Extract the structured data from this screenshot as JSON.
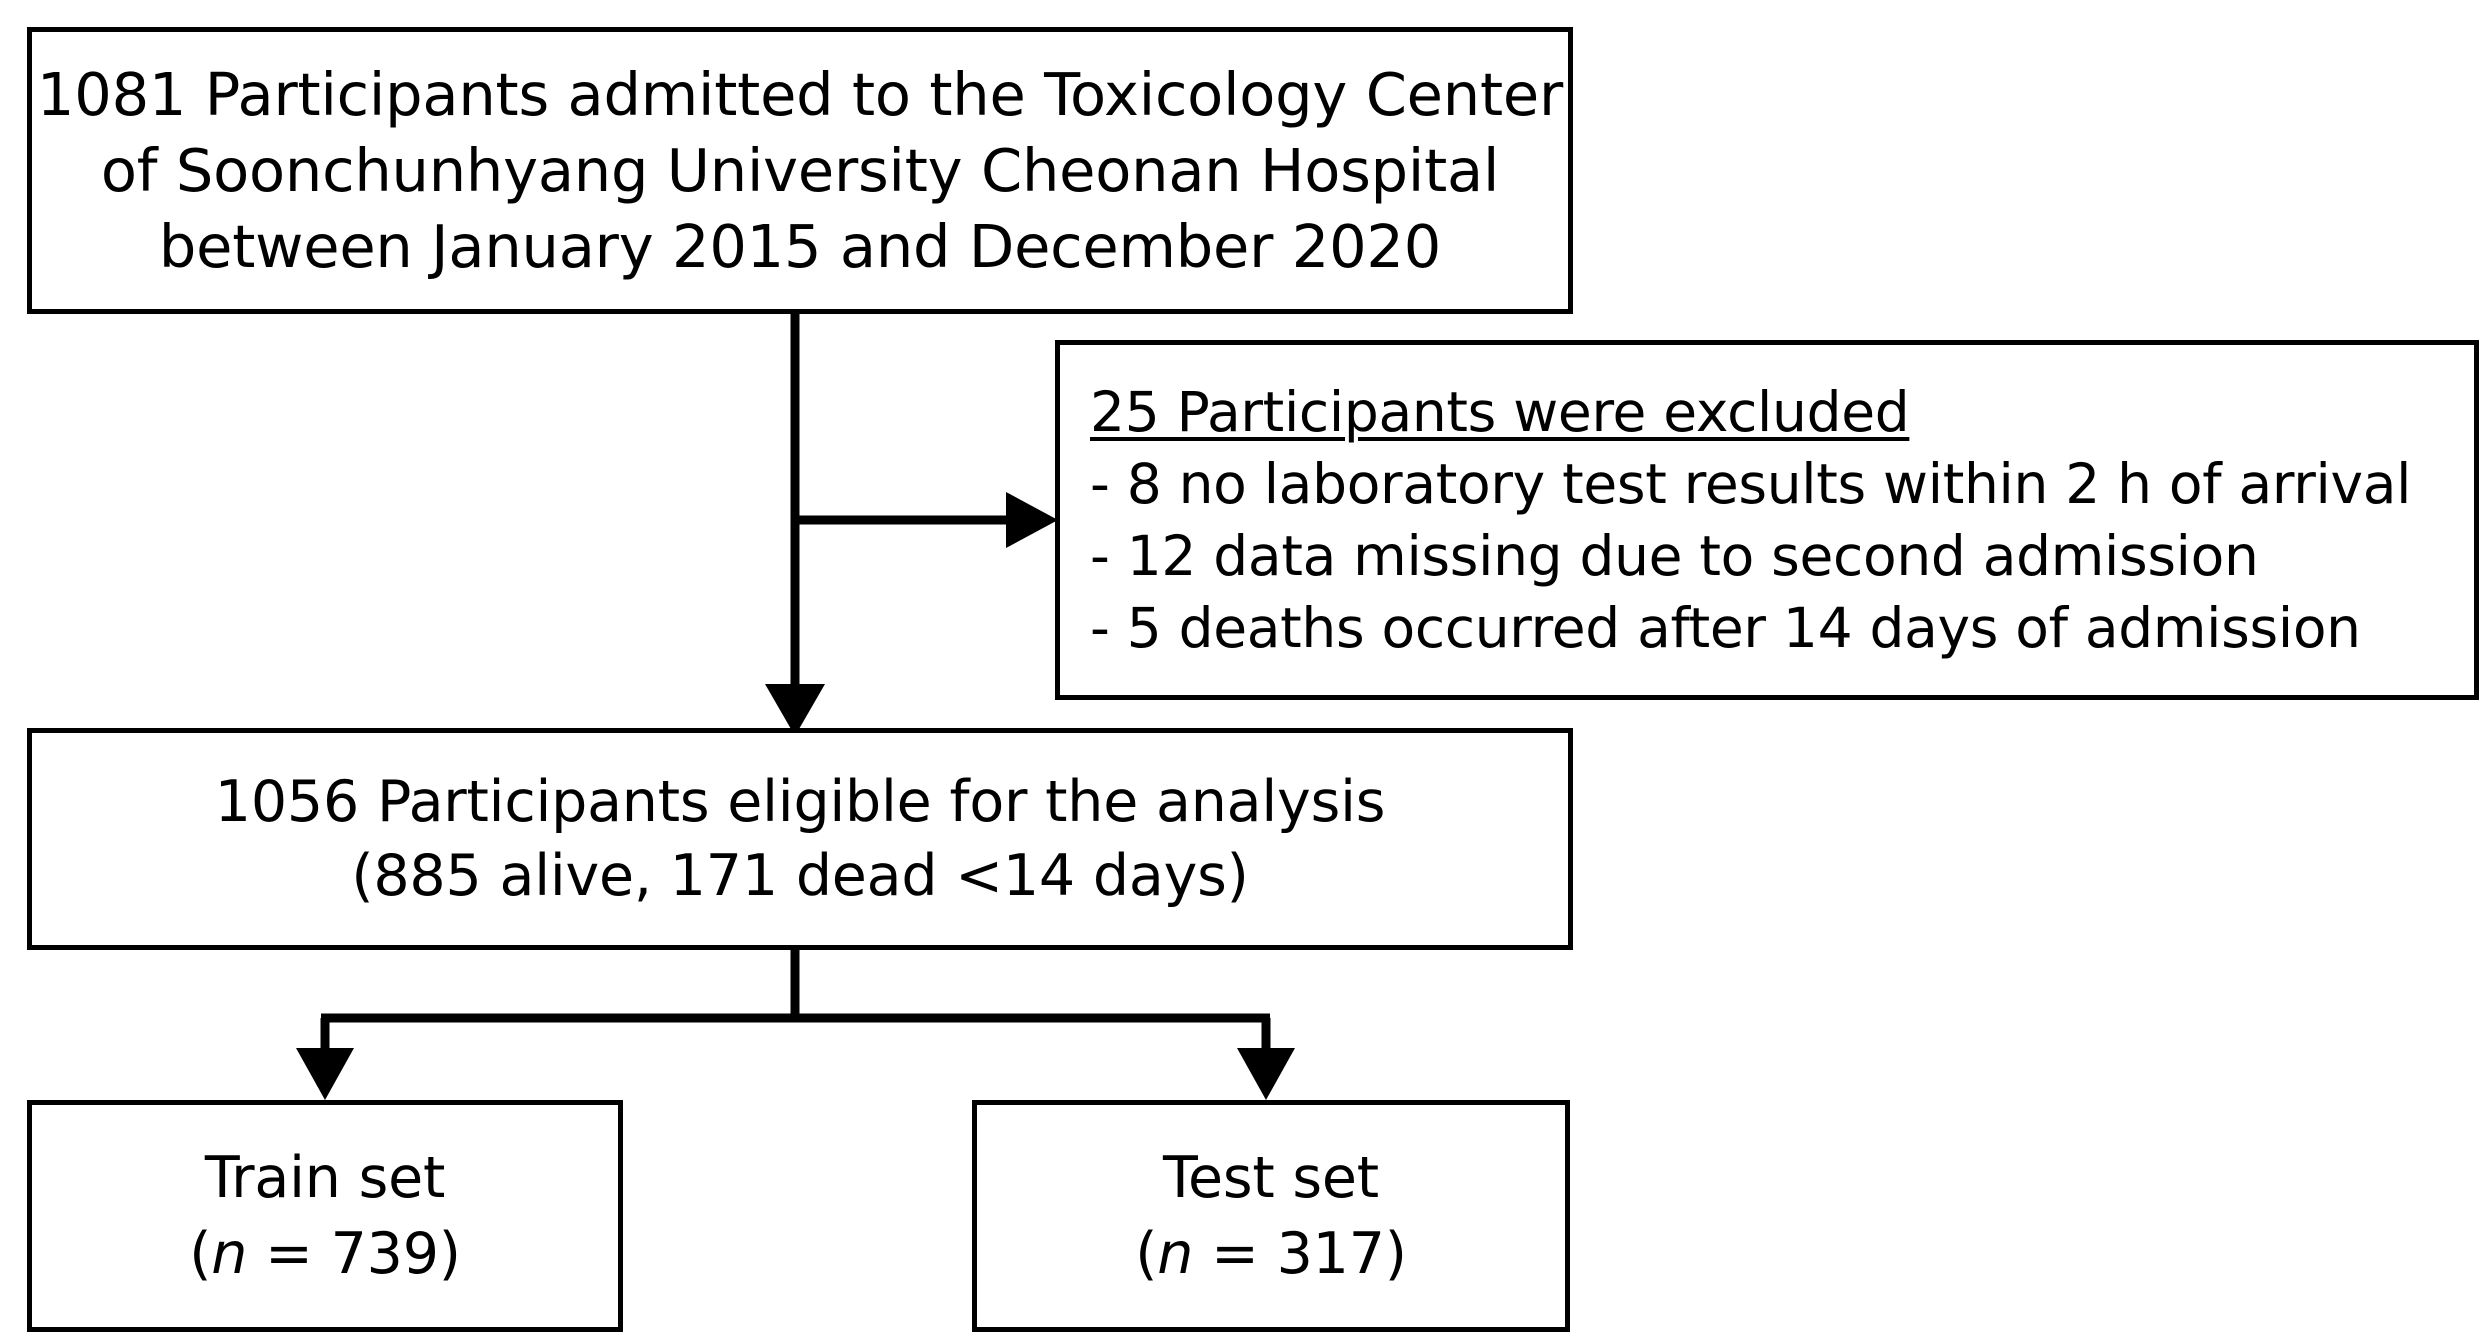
{
  "diagram": {
    "type": "flowchart",
    "title": "Study participant flow diagram",
    "colors": {
      "border": "#000000",
      "background": "#ffffff",
      "text": "#000000",
      "connector": "#000000"
    },
    "boxes": {
      "admitted": {
        "name": "admitted-participants",
        "lines": [
          "1081 Participants admitted to the Toxicology Center",
          "of Soonchunhyang University Cheonan Hospital",
          "between January 2015 and December 2020"
        ],
        "count": "1081"
      },
      "excluded": {
        "name": "excluded-participants",
        "heading": "25 Participants were excluded",
        "count": "25",
        "items": [
          "- 8 no laboratory test results within 2 h of arrival",
          "- 12 data missing due to second admission",
          "- 5 deaths occurred after 14 days of admission"
        ]
      },
      "eligible": {
        "name": "eligible-participants",
        "lines": [
          "1056 Participants eligible for the analysis",
          "(885 alive, 171 dead <14 days)"
        ],
        "count": "1056",
        "alive": "885",
        "dead": "171"
      },
      "train": {
        "name": "train-set",
        "label": "Train set",
        "n_prefix": "(",
        "n_symbol": "n",
        "n_value": " = 739)",
        "count": "739"
      },
      "test": {
        "name": "test-set",
        "label": "Test set",
        "n_prefix": "(",
        "n_symbol": "n",
        "n_value": " = 317)",
        "count": "317"
      }
    },
    "connectors": [
      {
        "name": "admitted-to-eligible",
        "from": "admitted-participants",
        "to": "eligible-participants",
        "style": "vertical-arrow"
      },
      {
        "name": "admitted-to-excluded",
        "from": "admitted-participants",
        "to": "excluded-participants",
        "style": "horizontal-branch-arrow"
      },
      {
        "name": "eligible-to-train",
        "from": "eligible-participants",
        "to": "train-set",
        "style": "split-arrow-left"
      },
      {
        "name": "eligible-to-test",
        "from": "eligible-participants",
        "to": "test-set",
        "style": "split-arrow-right"
      }
    ]
  }
}
